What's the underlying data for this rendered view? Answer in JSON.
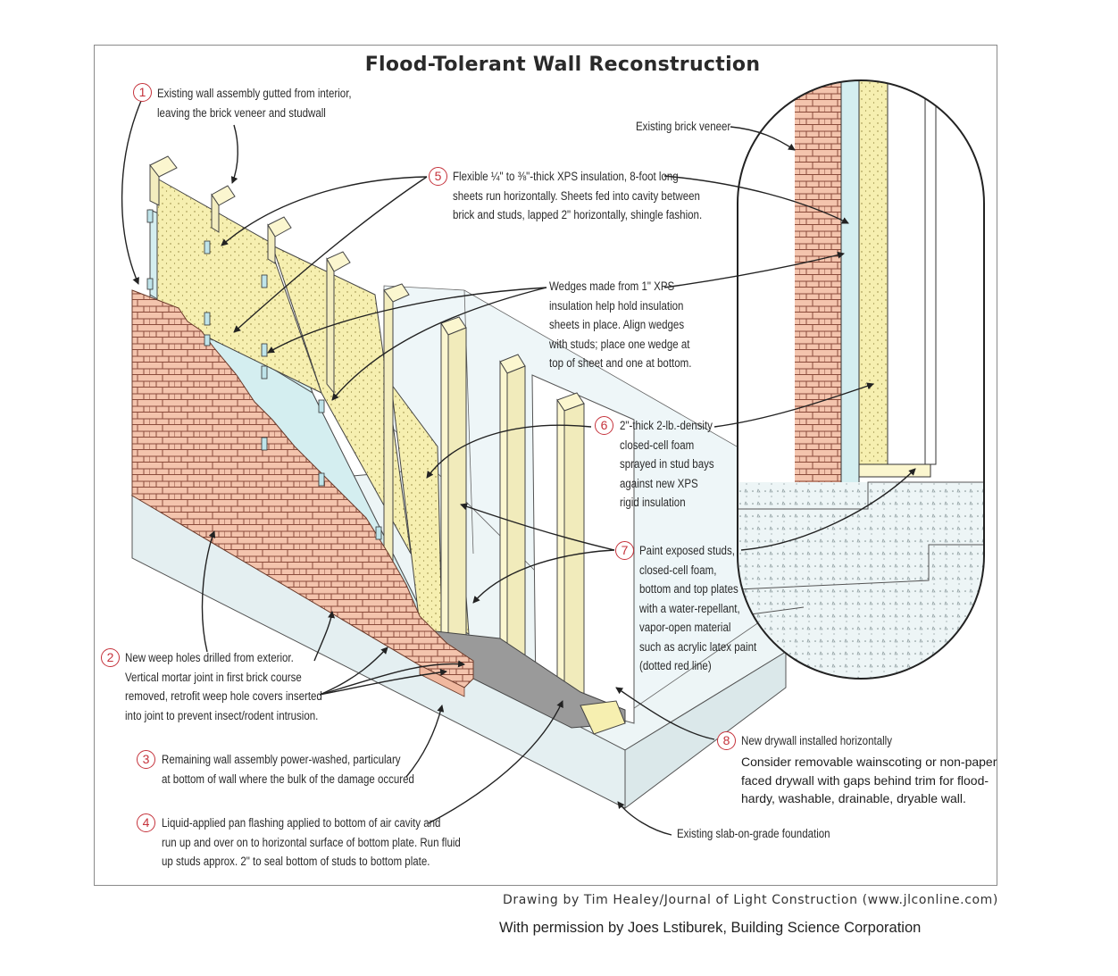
{
  "title": "Flood-Tolerant Wall Reconstruction",
  "notes": {
    "n1": {
      "num": "1",
      "text": "Existing wall assembly gutted from interior,\nleaving the brick veneer and studwall"
    },
    "n2": {
      "num": "2",
      "text": "New weep holes drilled from exterior.\nVertical mortar joint in first brick course\nremoved, retrofit weep hole covers inserted\ninto joint to prevent insect/rodent intrusion."
    },
    "n3": {
      "num": "3",
      "text": "Remaining wall assembly power-washed, particulary\nat bottom of wall where the bulk of the damage occured"
    },
    "n4": {
      "num": "4",
      "text": "Liquid-applied pan flashing applied to bottom of air cavity and\nrun up and over on to horizontal surface of bottom plate. Run fluid\nup studs approx. 2\" to seal bottom of studs to bottom plate."
    },
    "n5": {
      "num": "5",
      "text": "Flexible ¼\" to ⅜\"-thick XPS insulation, 8-foot long\nsheets run horizontally. Sheets fed into cavity between\nbrick and studs, lapped 2\" horizontally, shingle fashion."
    },
    "n6": {
      "num": "6",
      "text": "2\"-thick 2-lb.-density\nclosed-cell foam\nsprayed in stud bays\nagainst new XPS\nrigid insulation"
    },
    "n7": {
      "num": "7",
      "text": "Paint exposed studs,\nclosed-cell foam,\nbottom and top plates\nwith a water-repellant,\nvapor-open material\nsuch as acrylic latex paint\n(dotted red line)"
    },
    "n8": {
      "num": "8",
      "text": "New drywall installed horizontally"
    },
    "n8_extra": "Consider removable wainscoting or non-paper\nfaced drywall with gaps behind trim for flood-\nhardy, washable, drainable, dryable wall.",
    "wedges": "Wedges made from 1\" XPS\ninsulation  help hold insulation\nsheets in place. Align wedges\nwith studs; place one wedge at\ntop of sheet and one at bottom.",
    "brick_veneer": "Existing brick veneer",
    "slab": "Existing slab-on-grade foundation"
  },
  "credits": {
    "drawing": "Drawing by Tim Healey/Journal of Light Construction (www.jlconline.com)",
    "permission": "With permission by Joes Lstiburek, Building Science Corporation"
  },
  "colors": {
    "brick": "#f4c4ad",
    "brick_line": "#8a4a3a",
    "xps": "#d4eef0",
    "foam": "#f6efb0",
    "stud": "#fbf6cf",
    "concrete": "#e9f3f5",
    "flashing": "#9a9a9a",
    "badge": "#c5323b"
  }
}
